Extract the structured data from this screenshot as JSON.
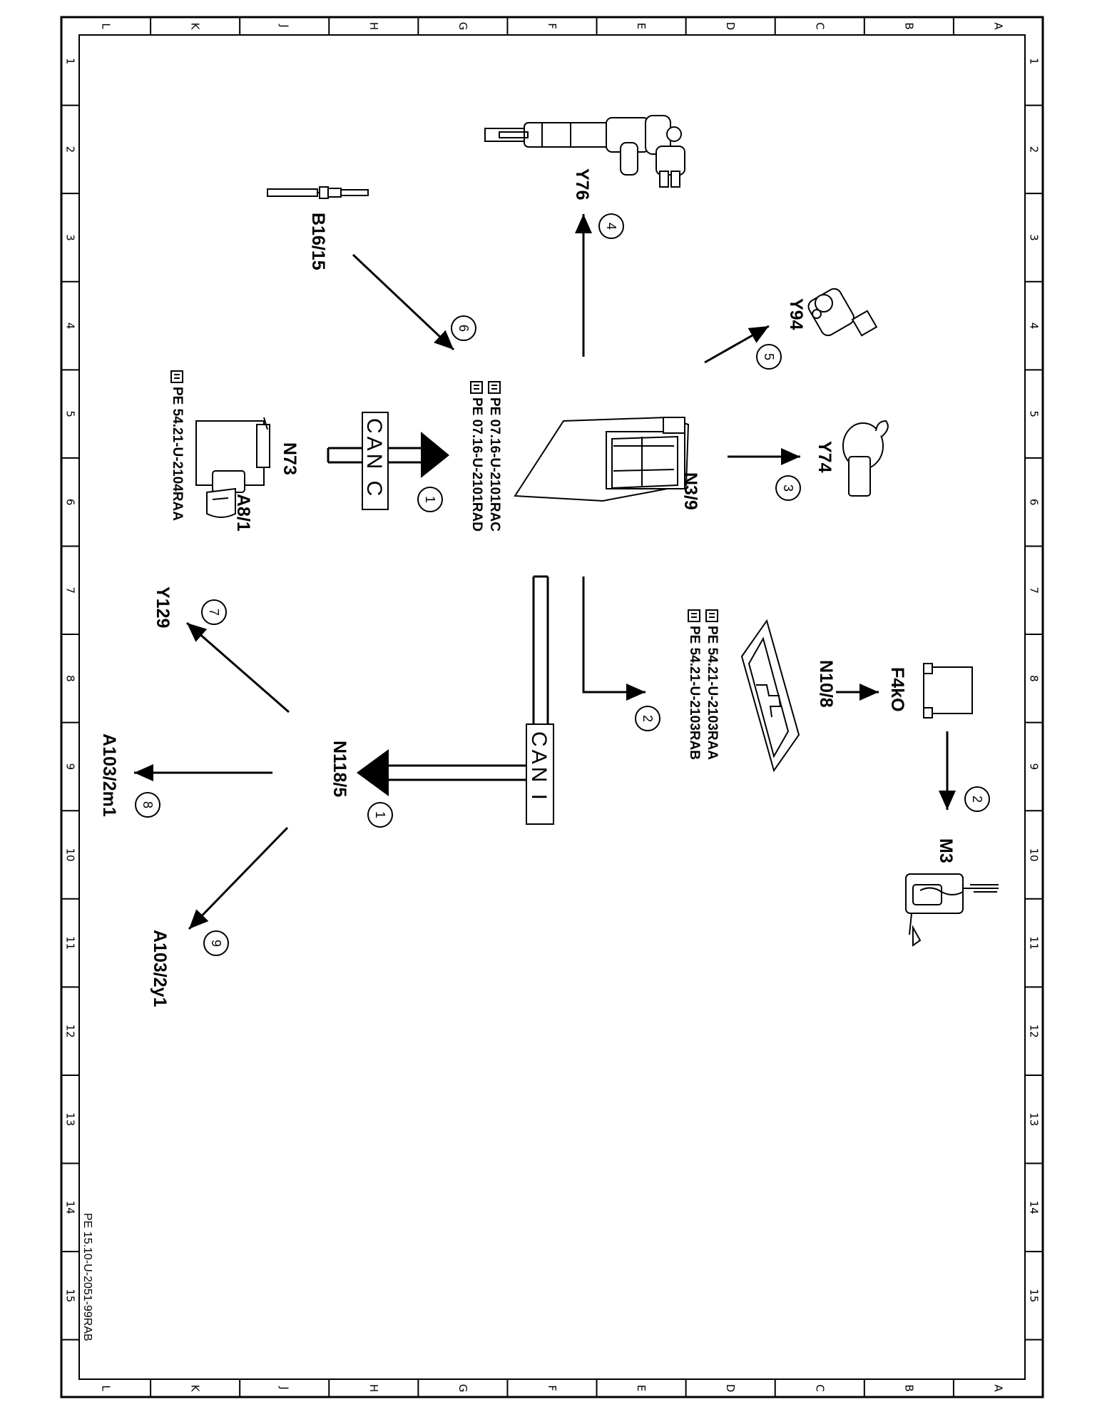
{
  "frame": {
    "letters": [
      "L",
      "K",
      "J",
      "H",
      "G",
      "F",
      "E",
      "D",
      "C",
      "B",
      "A"
    ],
    "numbers": [
      "1",
      "2",
      "3",
      "4",
      "5",
      "6",
      "7",
      "8",
      "9",
      "10",
      "11",
      "12",
      "13",
      "14",
      "15"
    ],
    "drawing_id": "PE 15.10-U-2051-99RAB"
  },
  "components": {
    "n3_9": "N3/9",
    "y76": "Y76",
    "y94": "Y94",
    "y74": "Y74",
    "b16_15": "B16/15",
    "n73": "N73",
    "a8_1": "A8/1",
    "n10_8": "N10/8",
    "f4k0": "F4kO",
    "m3": "M3",
    "n118_5": "N118/5",
    "y129": "Y129",
    "a103_2m1": "A103/2m1",
    "a103_2y1": "A103/2y1"
  },
  "buses": {
    "can_c": "CAN C",
    "can_i": "CAN I"
  },
  "references": {
    "n3_9_ref1": "PE  07.16-U-2101RAC",
    "n3_9_ref2": "PE  07.16-U-2101RAD",
    "n73_ref": "PE  54.21-U-2104RAA",
    "n10_8_ref1": "PE  54.21-U-2103RAA",
    "n10_8_ref2": "PE  54.21-U-2103RAB"
  },
  "callouts": {
    "c1a": "1",
    "c1b": "1",
    "c2a": "2",
    "c2b": "2",
    "c3": "3",
    "c4": "4",
    "c5": "5",
    "c6": "6",
    "c7": "7",
    "c8": "8",
    "c9": "9"
  }
}
